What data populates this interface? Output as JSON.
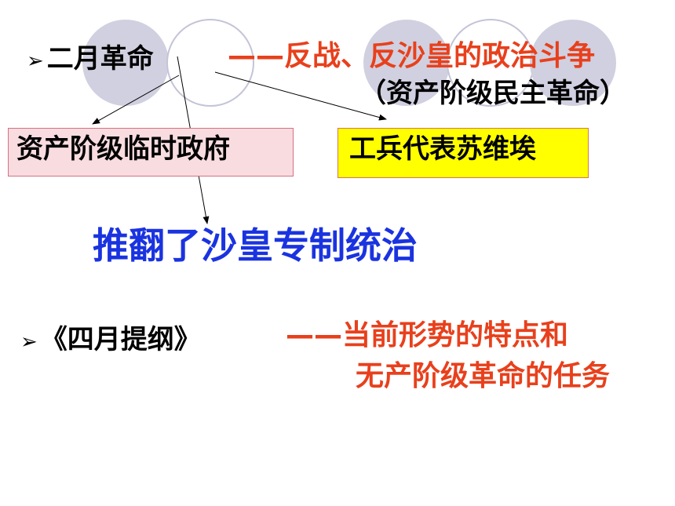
{
  "colors": {
    "red_text": "#e8401c",
    "blue_text": "#1a33e0",
    "provisional_box_fill": "#f8dce0",
    "soviet_box_fill": "#ffff00",
    "circle_fill": "#d0d0e0"
  },
  "icons": {
    "bullet": "right-arrow-bullet-icon"
  },
  "february": {
    "bullet": "➢",
    "title": "二月革命",
    "nature": "——反战、反沙皇的政治斗争",
    "subnature": "（资产阶级民主革命）"
  },
  "outcomes": {
    "provisional_government": "资产阶级临时政府",
    "soviet": "工兵代表苏维埃"
  },
  "result": "推翻了沙皇专制统治",
  "april": {
    "bullet": "➢",
    "title": "《四月提纲》",
    "content_line1": "——当前形势的特点和",
    "content_line2": "无产阶级革命的任务"
  }
}
